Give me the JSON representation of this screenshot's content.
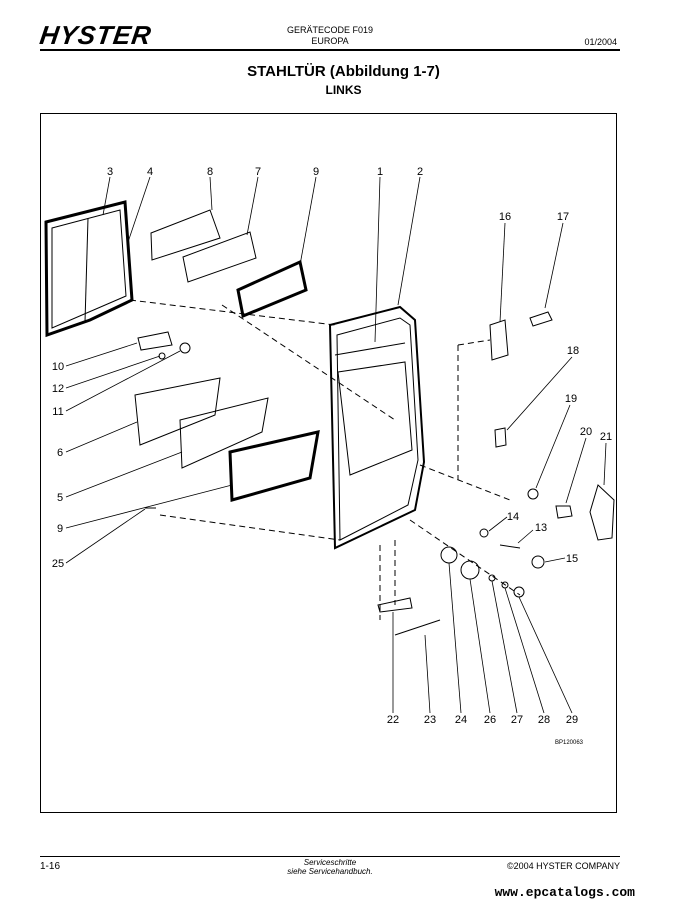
{
  "header": {
    "logo": "HYSTER",
    "code_line1": "GERÄTECODE F019",
    "code_line2": "EUROPA",
    "date": "01/2004"
  },
  "title": "STAHLTÜR (Abbildung 1-7)",
  "subtitle": "LINKS",
  "diagram": {
    "callouts": [
      "1",
      "2",
      "3",
      "4",
      "5",
      "6",
      "7",
      "8",
      "9",
      "9",
      "10",
      "11",
      "12",
      "13",
      "14",
      "15",
      "16",
      "17",
      "18",
      "19",
      "20",
      "21",
      "22",
      "23",
      "24",
      "25",
      "26",
      "27",
      "28",
      "29"
    ],
    "ref_code": "BP120063"
  },
  "footer": {
    "page": "1-16",
    "service_line1": "Serviceschritte",
    "service_line2": "siehe Servicehandbuch.",
    "copyright": "©2004 HYSTER COMPANY",
    "website": "www.epcatalogs.com"
  }
}
